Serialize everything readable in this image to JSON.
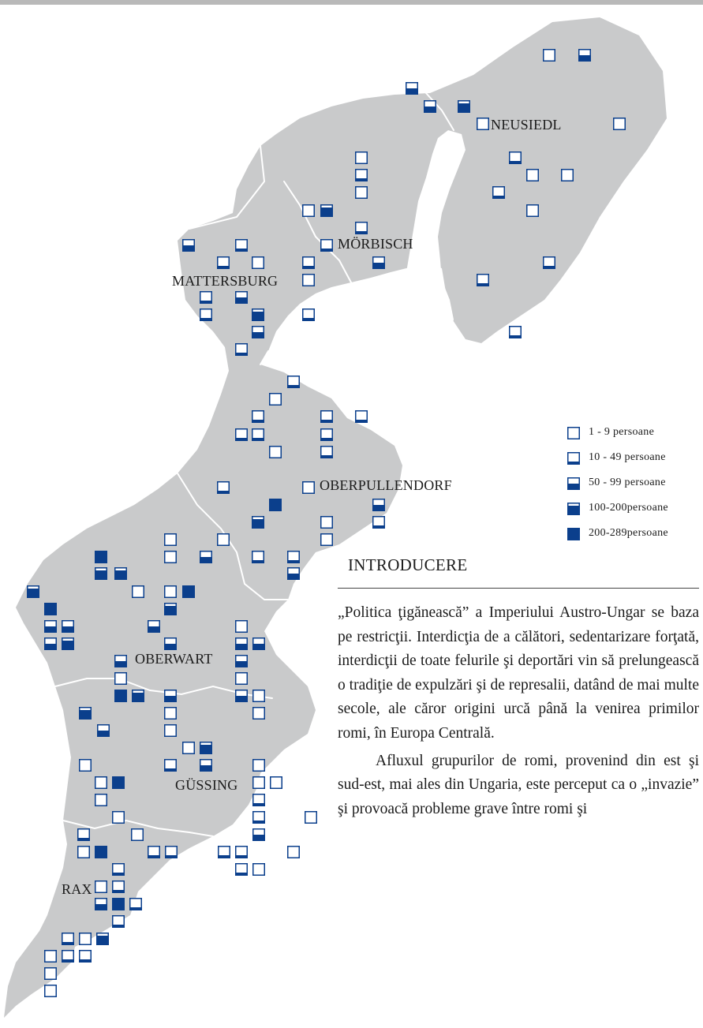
{
  "legend": [
    {
      "label": "1 - 9 persoane",
      "fill": 0.0
    },
    {
      "label": "10 - 49 persoane",
      "fill": 0.25
    },
    {
      "label": "50 - 99 persoane",
      "fill": 0.5
    },
    {
      "label": "100-200persoane",
      "fill": 0.75
    },
    {
      "label": "200-289persoane",
      "fill": 1.0
    }
  ],
  "cities": {
    "neusiedl": "NEUSIEDL",
    "morbisch": "MÖRBISCH",
    "mattersburg": "MATTERSBURG",
    "oberpullendorf": "OBERPULLENDORF",
    "oberwart": "OBERWART",
    "gussing": "GÜSSING",
    "rax": "RAX"
  },
  "intro": {
    "title": "INTRODUCERE",
    "paragraph1": "„Politica ţigănească” a Imperiului Austro-Ungar se baza pe restricţii. Interdicţia de a călători, sedentarizare forţată, interdicţii de toate felurile şi deportări vin să prelungească o tradiţie de expulzări şi de represalii, datând de mai multe secole, ale căror origini urcă până la venirea primilor romi, în Europa Centrală.",
    "paragraph2": "Afluxul grupurilor de romi, provenind din est şi sud-est, mai ales din Ungaria, este perceput ca o „invazie” şi provoacă probleme grave între romi şi"
  },
  "colors": {
    "map_fill": "#c9cacb",
    "marker_blue": "#0b3f8c",
    "lake": "#ffffff",
    "border": "#ffffff"
  },
  "settlements": [
    {
      "fill": 0.0
    },
    {
      "fill": 0.5
    },
    {
      "fill": 0.5
    },
    {
      "fill": 0.5
    },
    {
      "fill": 0.75
    },
    {
      "fill": 0.0
    },
    {
      "fill": 0.0
    },
    {
      "fill": 0.25
    },
    {
      "fill": 0.0
    },
    {
      "fill": 0.0
    },
    {
      "fill": 0.25
    },
    {
      "fill": 0.0
    },
    {
      "fill": 0.0
    },
    {
      "fill": 0.25
    },
    {
      "fill": 0.0
    },
    {
      "fill": 0.0
    },
    {
      "fill": 0.75
    },
    {
      "fill": 0.25
    },
    {
      "fill": 0.25
    },
    {
      "fill": 0.5
    },
    {
      "fill": 0.5
    },
    {
      "fill": 0.25
    },
    {
      "fill": 0.25
    },
    {
      "fill": 0.0
    },
    {
      "fill": 0.25
    },
    {
      "fill": 0.0
    },
    {
      "fill": 0.25
    },
    {
      "fill": 0.25
    },
    {
      "fill": 0.25
    },
    {
      "fill": 0.5
    },
    {
      "fill": 0.25
    },
    {
      "fill": 0.75
    },
    {
      "fill": 0.25
    },
    {
      "fill": 0.5
    },
    {
      "fill": 0.25
    },
    {
      "fill": 0.25
    },
    {
      "fill": 0.25
    },
    {
      "fill": 0.0
    },
    {
      "fill": 0.25
    },
    {
      "fill": 0.25
    },
    {
      "fill": 0.25
    },
    {
      "fill": 0.25
    },
    {
      "fill": 0.25
    },
    {
      "fill": 0.25
    },
    {
      "fill": 0.0
    },
    {
      "fill": 0.25
    },
    {
      "fill": 0.25
    },
    {
      "fill": 0.0
    },
    {
      "fill": 1.0
    },
    {
      "fill": 0.5
    },
    {
      "fill": 0.25
    },
    {
      "fill": 0.75
    },
    {
      "fill": 0.0
    },
    {
      "fill": 0.0
    },
    {
      "fill": 0.0
    },
    {
      "fill": 0.25
    },
    {
      "fill": 0.25
    },
    {
      "fill": 0.5
    },
    {
      "fill": 1.0
    },
    {
      "fill": 0.75
    },
    {
      "fill": 0.75
    },
    {
      "fill": 0.0
    },
    {
      "fill": 0.0
    },
    {
      "fill": 0.5
    },
    {
      "fill": 0.0
    },
    {
      "fill": 0.75
    },
    {
      "fill": 0.0
    },
    {
      "fill": 1.0
    },
    {
      "fill": 1.0
    },
    {
      "fill": 0.5
    },
    {
      "fill": 0.5
    },
    {
      "fill": 0.5
    },
    {
      "fill": 0.75
    },
    {
      "fill": 0.75
    },
    {
      "fill": 0.5
    },
    {
      "fill": 0.5
    },
    {
      "fill": 0.0
    },
    {
      "fill": 0.5
    },
    {
      "fill": 0.5
    },
    {
      "fill": 0.5
    },
    {
      "fill": 0.5
    },
    {
      "fill": 0.0
    },
    {
      "fill": 0.0
    },
    {
      "fill": 1.0
    },
    {
      "fill": 0.75
    },
    {
      "fill": 0.5
    },
    {
      "fill": 0.75
    },
    {
      "fill": 0.5
    },
    {
      "fill": 0.0
    },
    {
      "fill": 0.0
    },
    {
      "fill": 0.0
    },
    {
      "fill": 0.0
    },
    {
      "fill": 0.5
    },
    {
      "fill": 0.0
    },
    {
      "fill": 0.75
    },
    {
      "fill": 0.0
    },
    {
      "fill": 0.25
    },
    {
      "fill": 0.5
    },
    {
      "fill": 0.0
    },
    {
      "fill": 0.0
    },
    {
      "fill": 0.0
    },
    {
      "fill": 0.0
    },
    {
      "fill": 1.0
    },
    {
      "fill": 0.25
    },
    {
      "fill": 0.0
    },
    {
      "fill": 0.0
    },
    {
      "fill": 0.25
    },
    {
      "fill": 0.0
    },
    {
      "fill": 0.25
    },
    {
      "fill": 0.0
    },
    {
      "fill": 0.5
    },
    {
      "fill": 0.0
    },
    {
      "fill": 1.0
    },
    {
      "fill": 0.25
    },
    {
      "fill": 0.25
    },
    {
      "fill": 0.25
    },
    {
      "fill": 0.25
    },
    {
      "fill": 0.0
    },
    {
      "fill": 0.25
    },
    {
      "fill": 0.0
    },
    {
      "fill": 0.25
    },
    {
      "fill": 0.25
    },
    {
      "fill": 0.0
    },
    {
      "fill": 0.5
    },
    {
      "fill": 1.0
    },
    {
      "fill": 0.25
    },
    {
      "fill": 0.25
    },
    {
      "fill": 0.25
    },
    {
      "fill": 0.0
    },
    {
      "fill": 0.0
    },
    {
      "fill": 0.75
    },
    {
      "fill": 0.25
    },
    {
      "fill": 0.25
    },
    {
      "fill": 0.0
    },
    {
      "fill": 0.0
    },
    {
      "fill": 0.0
    }
  ]
}
